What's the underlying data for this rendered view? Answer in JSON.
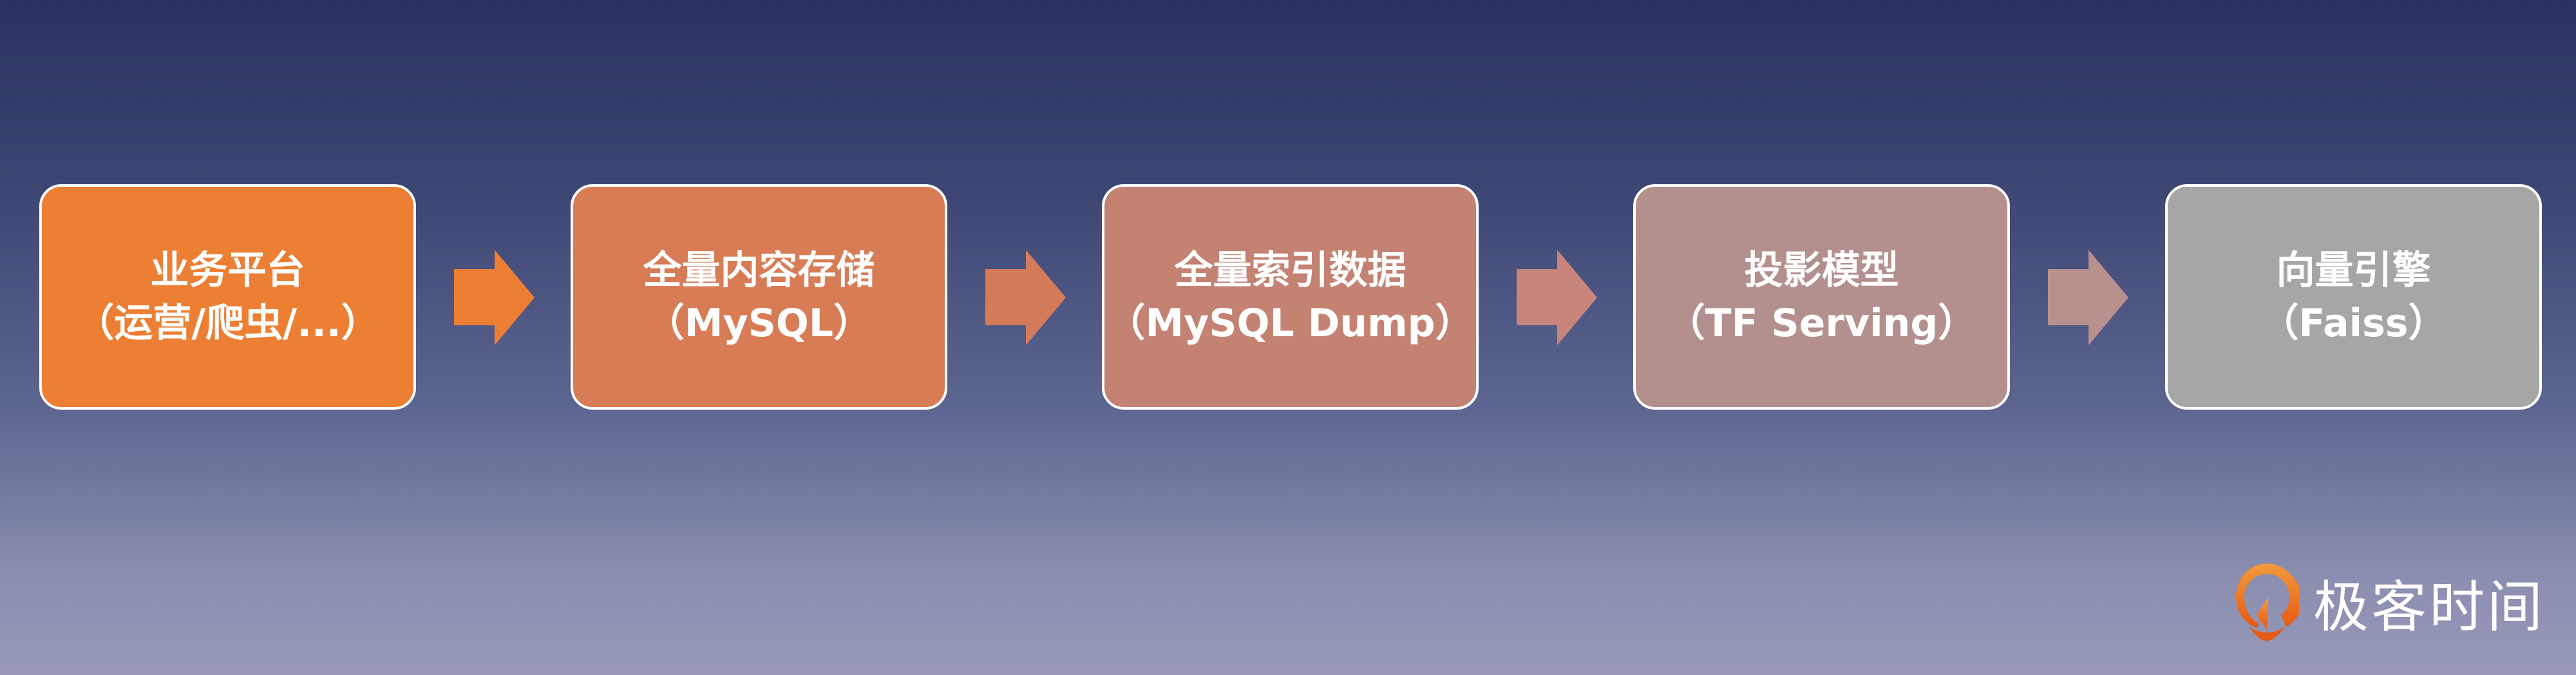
{
  "steps": [
    {
      "title": "业务平台",
      "subtitle": "（运营/爬虫/...）",
      "color": "#ED7F34"
    },
    {
      "title": "全量内容存储",
      "subtitle": "（MySQL）",
      "color": "#D87C55"
    },
    {
      "title": "全量索引数据",
      "subtitle": "（MySQL Dump）",
      "color": "#C48273"
    },
    {
      "title": "投影模型",
      "subtitle": "（TF Serving）",
      "color": "#B3908E"
    },
    {
      "title": "向量引擎",
      "subtitle": "（Faiss）",
      "color": "#A6A6A6"
    }
  ],
  "arrow_colors": [
    "#ED7F34",
    "#D57B5A",
    "#C7857C",
    "#B8918F",
    "#A6A6A6"
  ],
  "logo": {
    "text": "极客时间",
    "color": "#E9681C"
  }
}
